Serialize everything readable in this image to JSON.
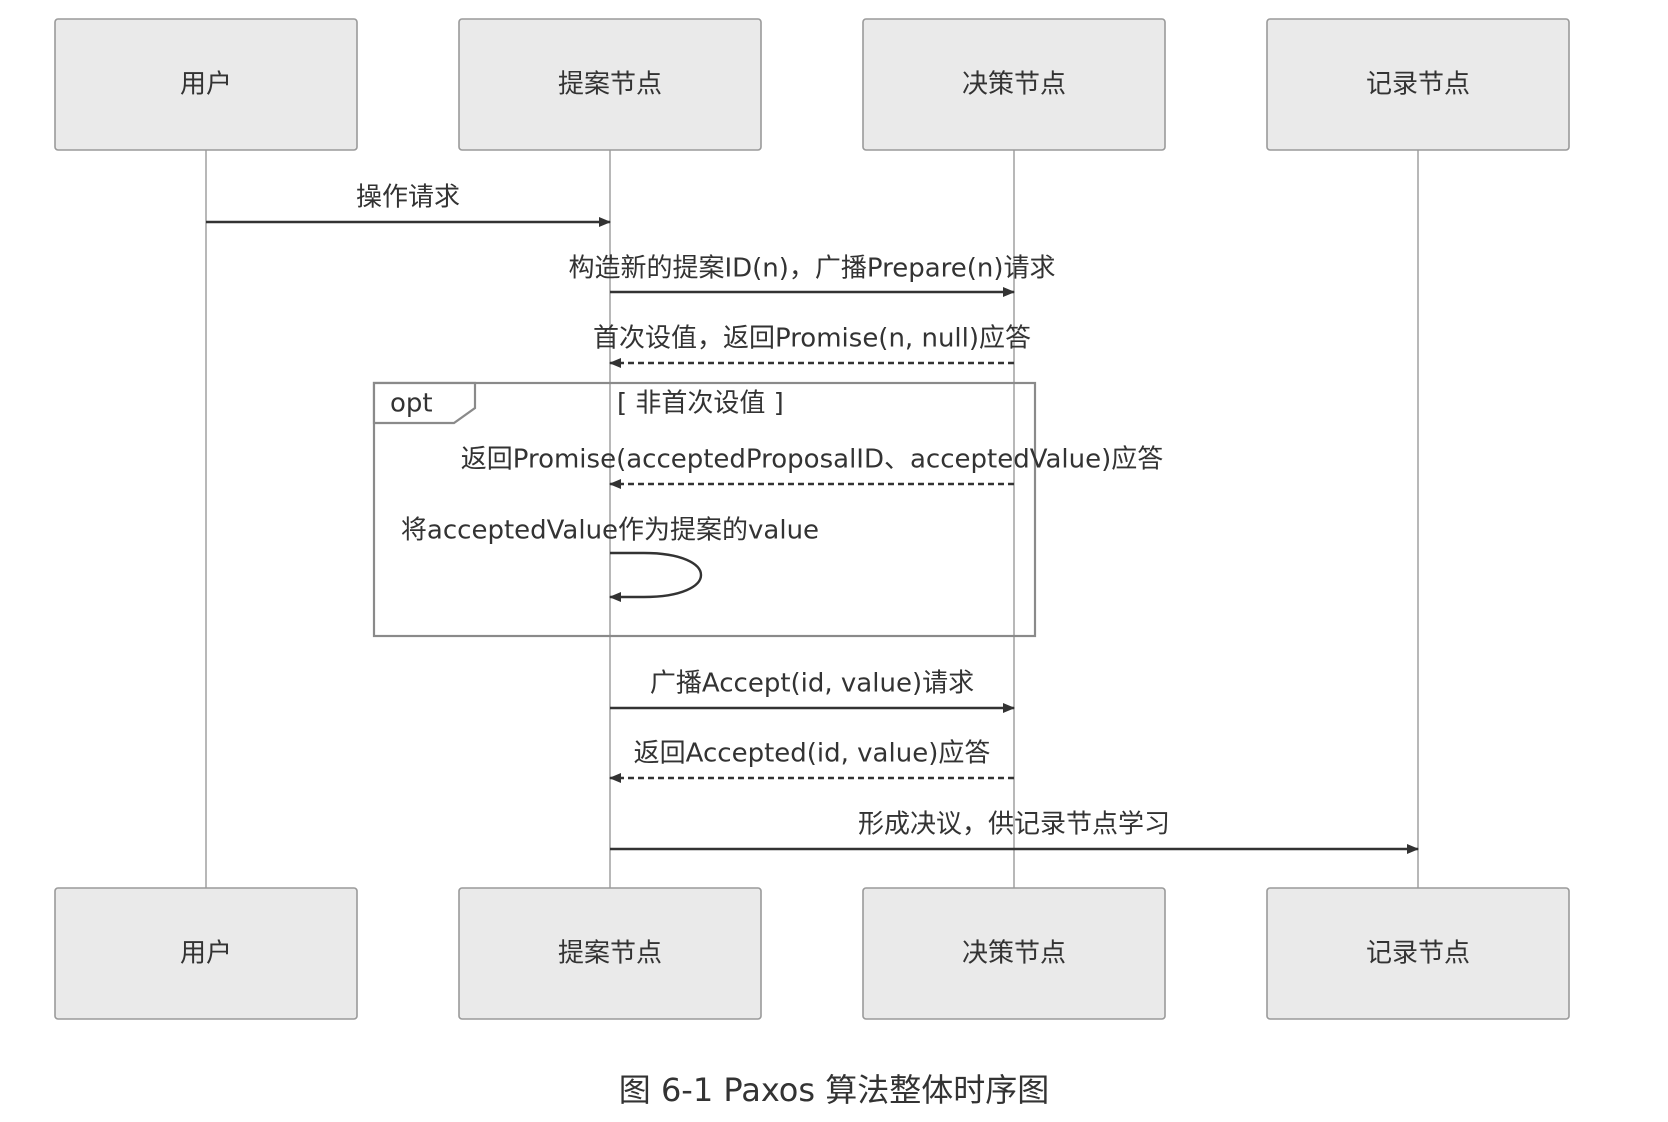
{
  "participants": [
    "用户",
    "提案节点",
    "决策节点",
    "记录节点"
  ],
  "messages": [
    {
      "from": 0,
      "to": 1,
      "label": "操作请求",
      "style": "solid"
    },
    {
      "from": 1,
      "to": 2,
      "label": "构造新的提案ID(n)，广播Prepare(n)请求",
      "style": "solid"
    },
    {
      "from": 2,
      "to": 1,
      "label": "首次设值，返回Promise(n, null)应答",
      "style": "dashed"
    },
    {
      "from": 2,
      "to": 1,
      "label": "返回Promise(acceptedProposalID、acceptedValue)应答",
      "style": "dashed"
    },
    {
      "from": 1,
      "to": 1,
      "label": "将acceptedValue作为提案的value",
      "style": "self"
    },
    {
      "from": 1,
      "to": 2,
      "label": "广播Accept(id, value)请求",
      "style": "solid"
    },
    {
      "from": 2,
      "to": 1,
      "label": "返回Accepted(id, value)应答",
      "style": "dashed"
    },
    {
      "from": 1,
      "to": 3,
      "label": "形成决议，供记录节点学习",
      "style": "solid"
    }
  ],
  "fragment": {
    "operator": "opt",
    "guard": "[ 非首次设值 ]"
  },
  "caption": "图 6-1 Paxos 算法整体时序图",
  "colors": {
    "box_fill": "#eaeaea",
    "box_stroke": "#9a9a9a",
    "line": "#333333",
    "text": "#333333"
  }
}
